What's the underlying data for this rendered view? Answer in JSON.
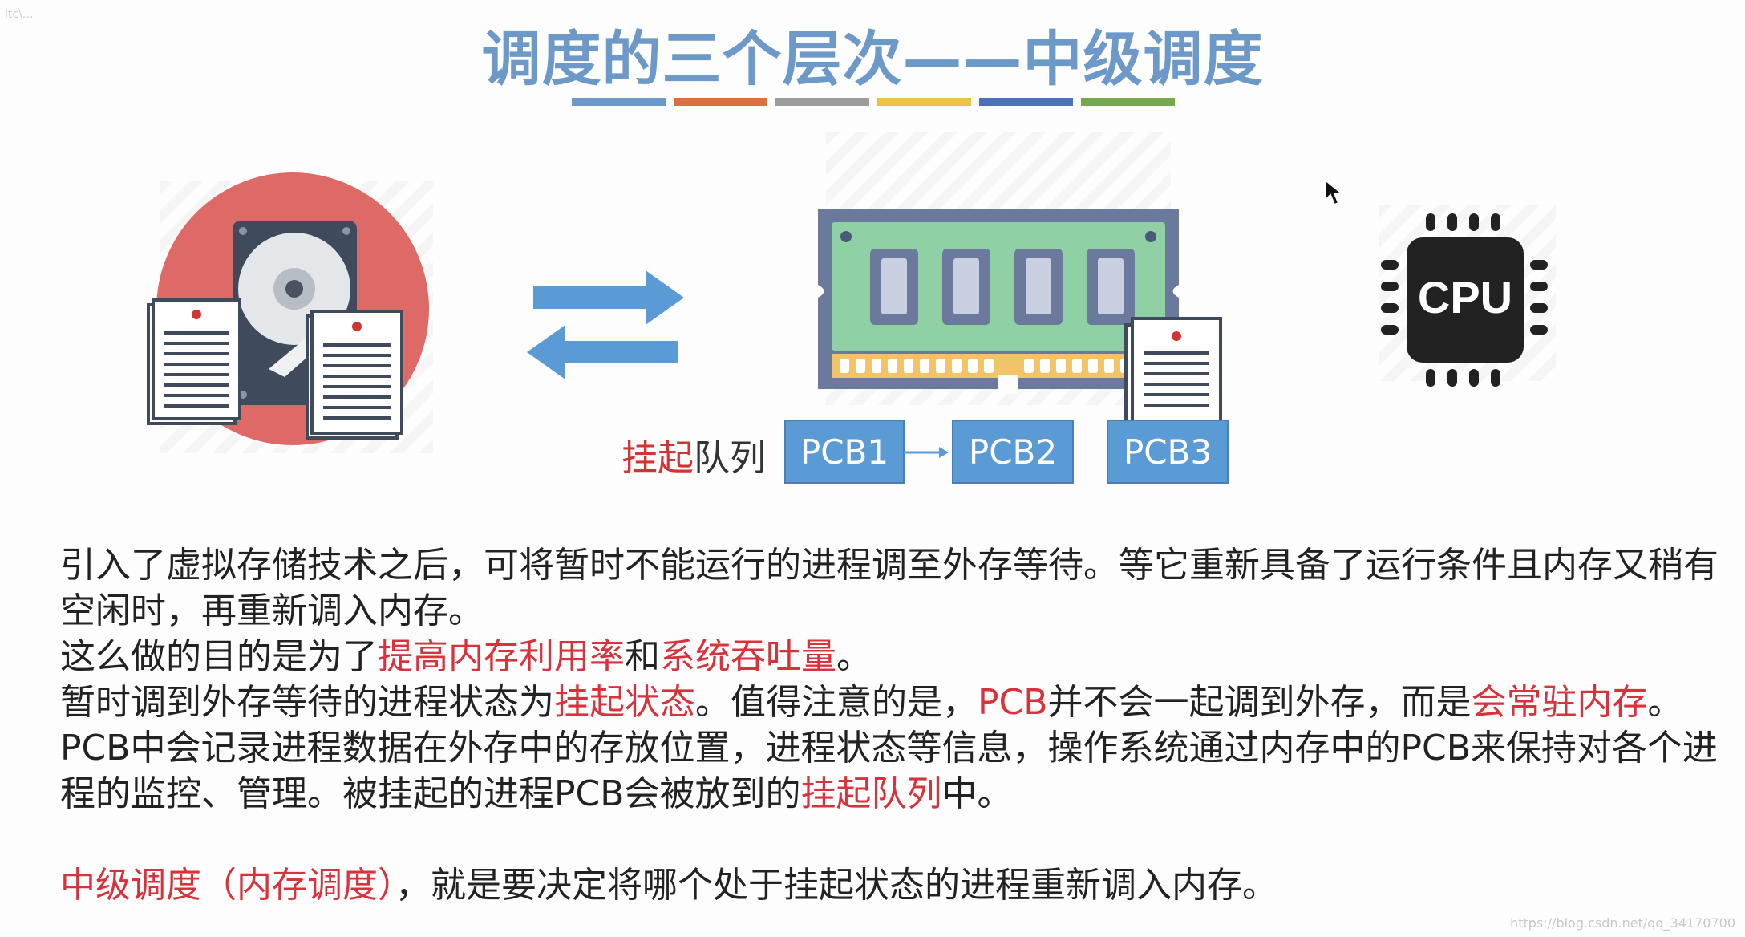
{
  "title": "调度的三个层次——中级调度",
  "stripe_colors": [
    "#6d99c9",
    "#d9723a",
    "#9c9c9c",
    "#eec24a",
    "#4a72b8",
    "#74a84a"
  ],
  "colors": {
    "highlight": "#d8323c",
    "pcb_box": "#5b9bd5",
    "title": "#6d99c9"
  },
  "icons": [
    "hard-disk-icon",
    "document-icon",
    "swap-arrows-icon",
    "ram-module-icon",
    "cpu-chip-icon",
    "mouse-cursor-icon"
  ],
  "cpu_label": "CPU",
  "queue": {
    "label_red": "挂起",
    "label_black": "队列",
    "pcbs": [
      "PCB1",
      "PCB2",
      "PCB3"
    ]
  },
  "paragraphs": {
    "p1": "引入了虚拟存储技术之后，可将暂时不能运行的进程调至外存等待。等它重新具备了运行条件且内存又稍有空闲时，再重新调入内存。",
    "p2_a": "这么做的目的是为了",
    "p2_b": "提高内存利用率",
    "p2_c": "和",
    "p2_d": "系统吞吐量",
    "p2_e": "。",
    "p3_a": "暂时调到外存等待的进程状态为",
    "p3_b": "挂起状态",
    "p3_c": "。值得注意的是，",
    "p3_d": "PCB",
    "p3_e": "并不会一起调到外存，而是",
    "p3_f": "会常驻内存",
    "p3_g": "。PCB中会记录进程数据在外存中的存放位置，进程状态等信息，操作系统通过内存中的PCB来保持对各个进程的监控、管理。被挂起的进程PCB会被放到的",
    "p3_h": "挂起队列",
    "p3_i": "中。",
    "p4_a": "中级调度（内存调度）",
    "p4_b": "，就是要决定将哪个处于挂起状态的进程重新调入内存。"
  },
  "watermark": "https://blog.csdn.net/qq_34170700",
  "corner_noise": "ltc\\…"
}
